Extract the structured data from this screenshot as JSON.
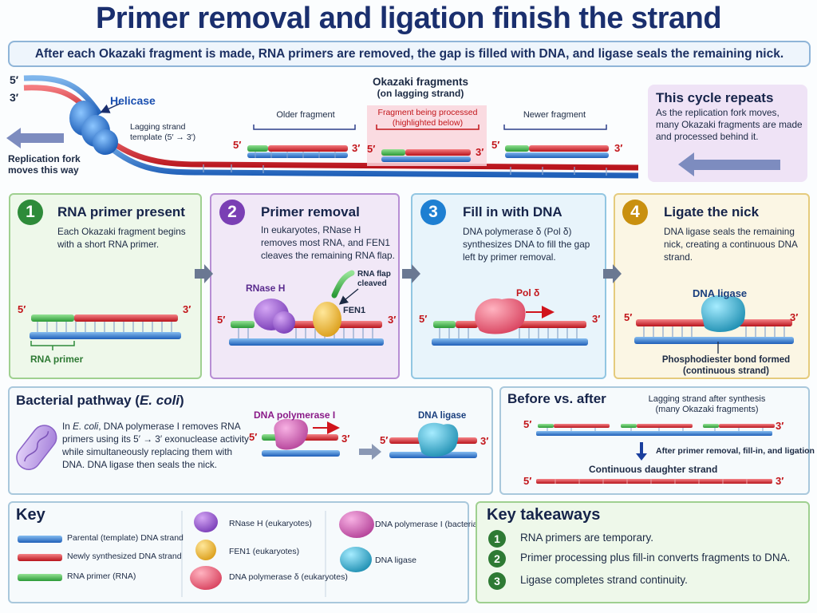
{
  "title": "Primer removal and ligation finish the strand",
  "subtitle": "After each Okazaki fragment is made, RNA primers are removed, the gap is filled with DNA, and ligase seals the remaining nick.",
  "top": {
    "five": "5′",
    "three": "3′",
    "helicase": "Helicase",
    "template_label": "Lagging strand\ntemplate (5′ → 3′)",
    "fork_label": "Replication fork\nmoves this way",
    "okazaki_title": "Okazaki fragments",
    "okazaki_sub": "(on lagging strand)",
    "older": "Older fragment",
    "processed": "Fragment being processed\n(highlighted below)",
    "newer": "Newer fragment",
    "cycle_title": "This cycle repeats",
    "cycle_text": "As the replication fork moves, many Okazaki fragments are made and processed behind it."
  },
  "steps": [
    {
      "num": "1",
      "title": "RNA primer present",
      "text": "Each Okazaki fragment begins with a short RNA primer.",
      "label": "RNA primer"
    },
    {
      "num": "2",
      "title": "Primer removal",
      "text": "In eukaryotes, RNase H removes most RNA, and FEN1 cleaves the remaining RNA flap.",
      "rnaseh": "RNase H",
      "flap": "RNA flap\ncleaved",
      "fen1": "FEN1"
    },
    {
      "num": "3",
      "title": "Fill in with DNA",
      "text": "DNA polymerase δ (Pol δ) synthesizes DNA to fill the gap left by primer removal.",
      "pol": "Pol δ"
    },
    {
      "num": "4",
      "title": "Ligate the nick",
      "text": "DNA ligase seals the remaining nick, creating a continuous DNA strand.",
      "ligase": "DNA ligase",
      "bond": "Phosphodiester bond formed\n(continuous strand)"
    }
  ],
  "bacterial": {
    "title_pre": "Bacterial pathway (",
    "title_em": "E. coli",
    "title_post": ")",
    "text_pre": "In ",
    "text_em": "E. coli",
    "text_post": ", DNA polymerase I removes RNA primers using its 5′ → 3′ exonuclease activity while simultaneously replacing them with DNA. DNA ligase then seals the nick.",
    "pol1": "DNA polymerase I",
    "ligase": "DNA ligase"
  },
  "before_after": {
    "title": "Before vs. after",
    "top_label": "Lagging strand after synthesis\n(many Okazaki fragments)",
    "arrow_label": "After primer removal, fill-in, and ligation",
    "bottom_label": "Continuous daughter strand"
  },
  "key": {
    "title": "Key",
    "items": [
      "Parental (template) DNA strand",
      "Newly synthesized DNA strand",
      "RNA primer (RNA)",
      "RNase H (eukaryotes)",
      "FEN1 (eukaryotes)",
      "DNA polymerase δ (eukaryotes)",
      "DNA polymerase I (bacteria)",
      "DNA ligase"
    ]
  },
  "takeaways": {
    "title": "Key takeaways",
    "items": [
      {
        "num": "1",
        "text": "RNA primers are temporary."
      },
      {
        "num": "2",
        "text": "Primer processing plus fill-in converts fragments to DNA."
      },
      {
        "num": "3",
        "text": "Ligase completes strand continuity."
      }
    ]
  },
  "colors": {
    "template": "#2f79d0",
    "new_dna": "#e0323a",
    "primer": "#3fb84a",
    "rnaseh": "#9254cc",
    "fen1": "#f0bb32",
    "pol_delta": "#e8627a",
    "pol1": "#d85fb8",
    "ligase": "#27a8c8"
  }
}
